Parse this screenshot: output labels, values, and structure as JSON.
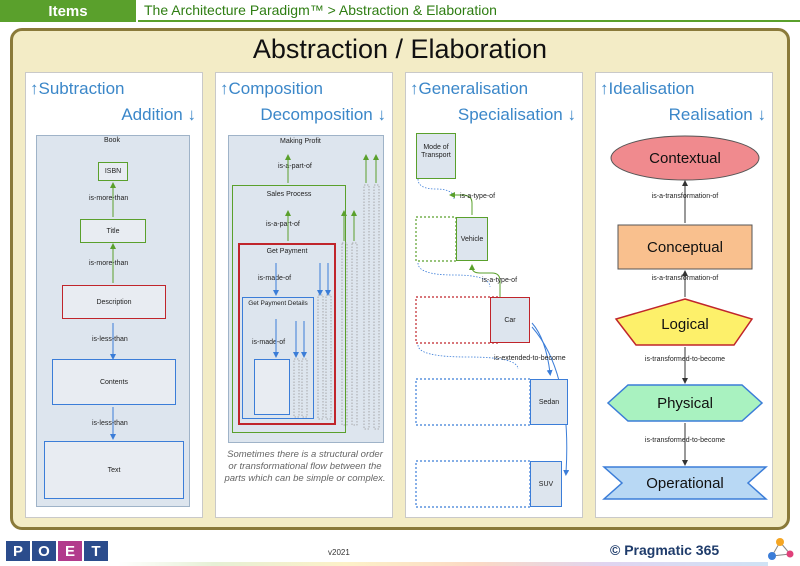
{
  "header": {
    "section": "Items",
    "breadcrumb": "The Architecture Paradigm™ > Abstraction & Elaboration"
  },
  "title": "Abstraction / Elaboration",
  "panels": [
    {
      "top": "Subtraction",
      "bottom": "Addition",
      "boxes": [
        "Book",
        "ISBN",
        "Title",
        "Description",
        "Contents",
        "Text"
      ],
      "relations": [
        "is-more-than",
        "is-more-than",
        "is-less-than",
        "is-less-than"
      ]
    },
    {
      "top": "Composition",
      "bottom": "Decomposition",
      "boxes": [
        "Making Profit",
        "Sales Process",
        "Get Payment",
        "Get Payment Details"
      ],
      "relations": [
        "is-a-part-of",
        "is-a-part-of",
        "is-made-of",
        "is-made-of"
      ],
      "note": "Sometimes there is a structural order or transformational flow between the parts which can be simple or complex."
    },
    {
      "top": "Generalisation",
      "bottom": "Specialisation",
      "boxes": [
        "Mode of Transport",
        "Vehicle",
        "Car",
        "Sedan",
        "SUV"
      ],
      "relations": [
        "is-a-type-of",
        "is-a-type-of",
        "is-extended-to-become"
      ]
    },
    {
      "top": "Idealisation",
      "bottom": "Realisation",
      "shapes": [
        "Contextual",
        "Conceptual",
        "Logical",
        "Physical",
        "Operational"
      ],
      "relations": [
        "is-a-transformation-of",
        "is-a-transformation-of",
        "is-transformed-to-become",
        "is-transformed-to-become"
      ]
    }
  ],
  "footer": {
    "logo_letters": [
      "P",
      "O",
      "E",
      "T"
    ],
    "version": "v2021",
    "brand": "© Pragmatic 365"
  },
  "colors": {
    "green": "#5aa02c",
    "red": "#c0252b",
    "blue": "#3b7dd8",
    "frame": "#8a7a3a"
  }
}
